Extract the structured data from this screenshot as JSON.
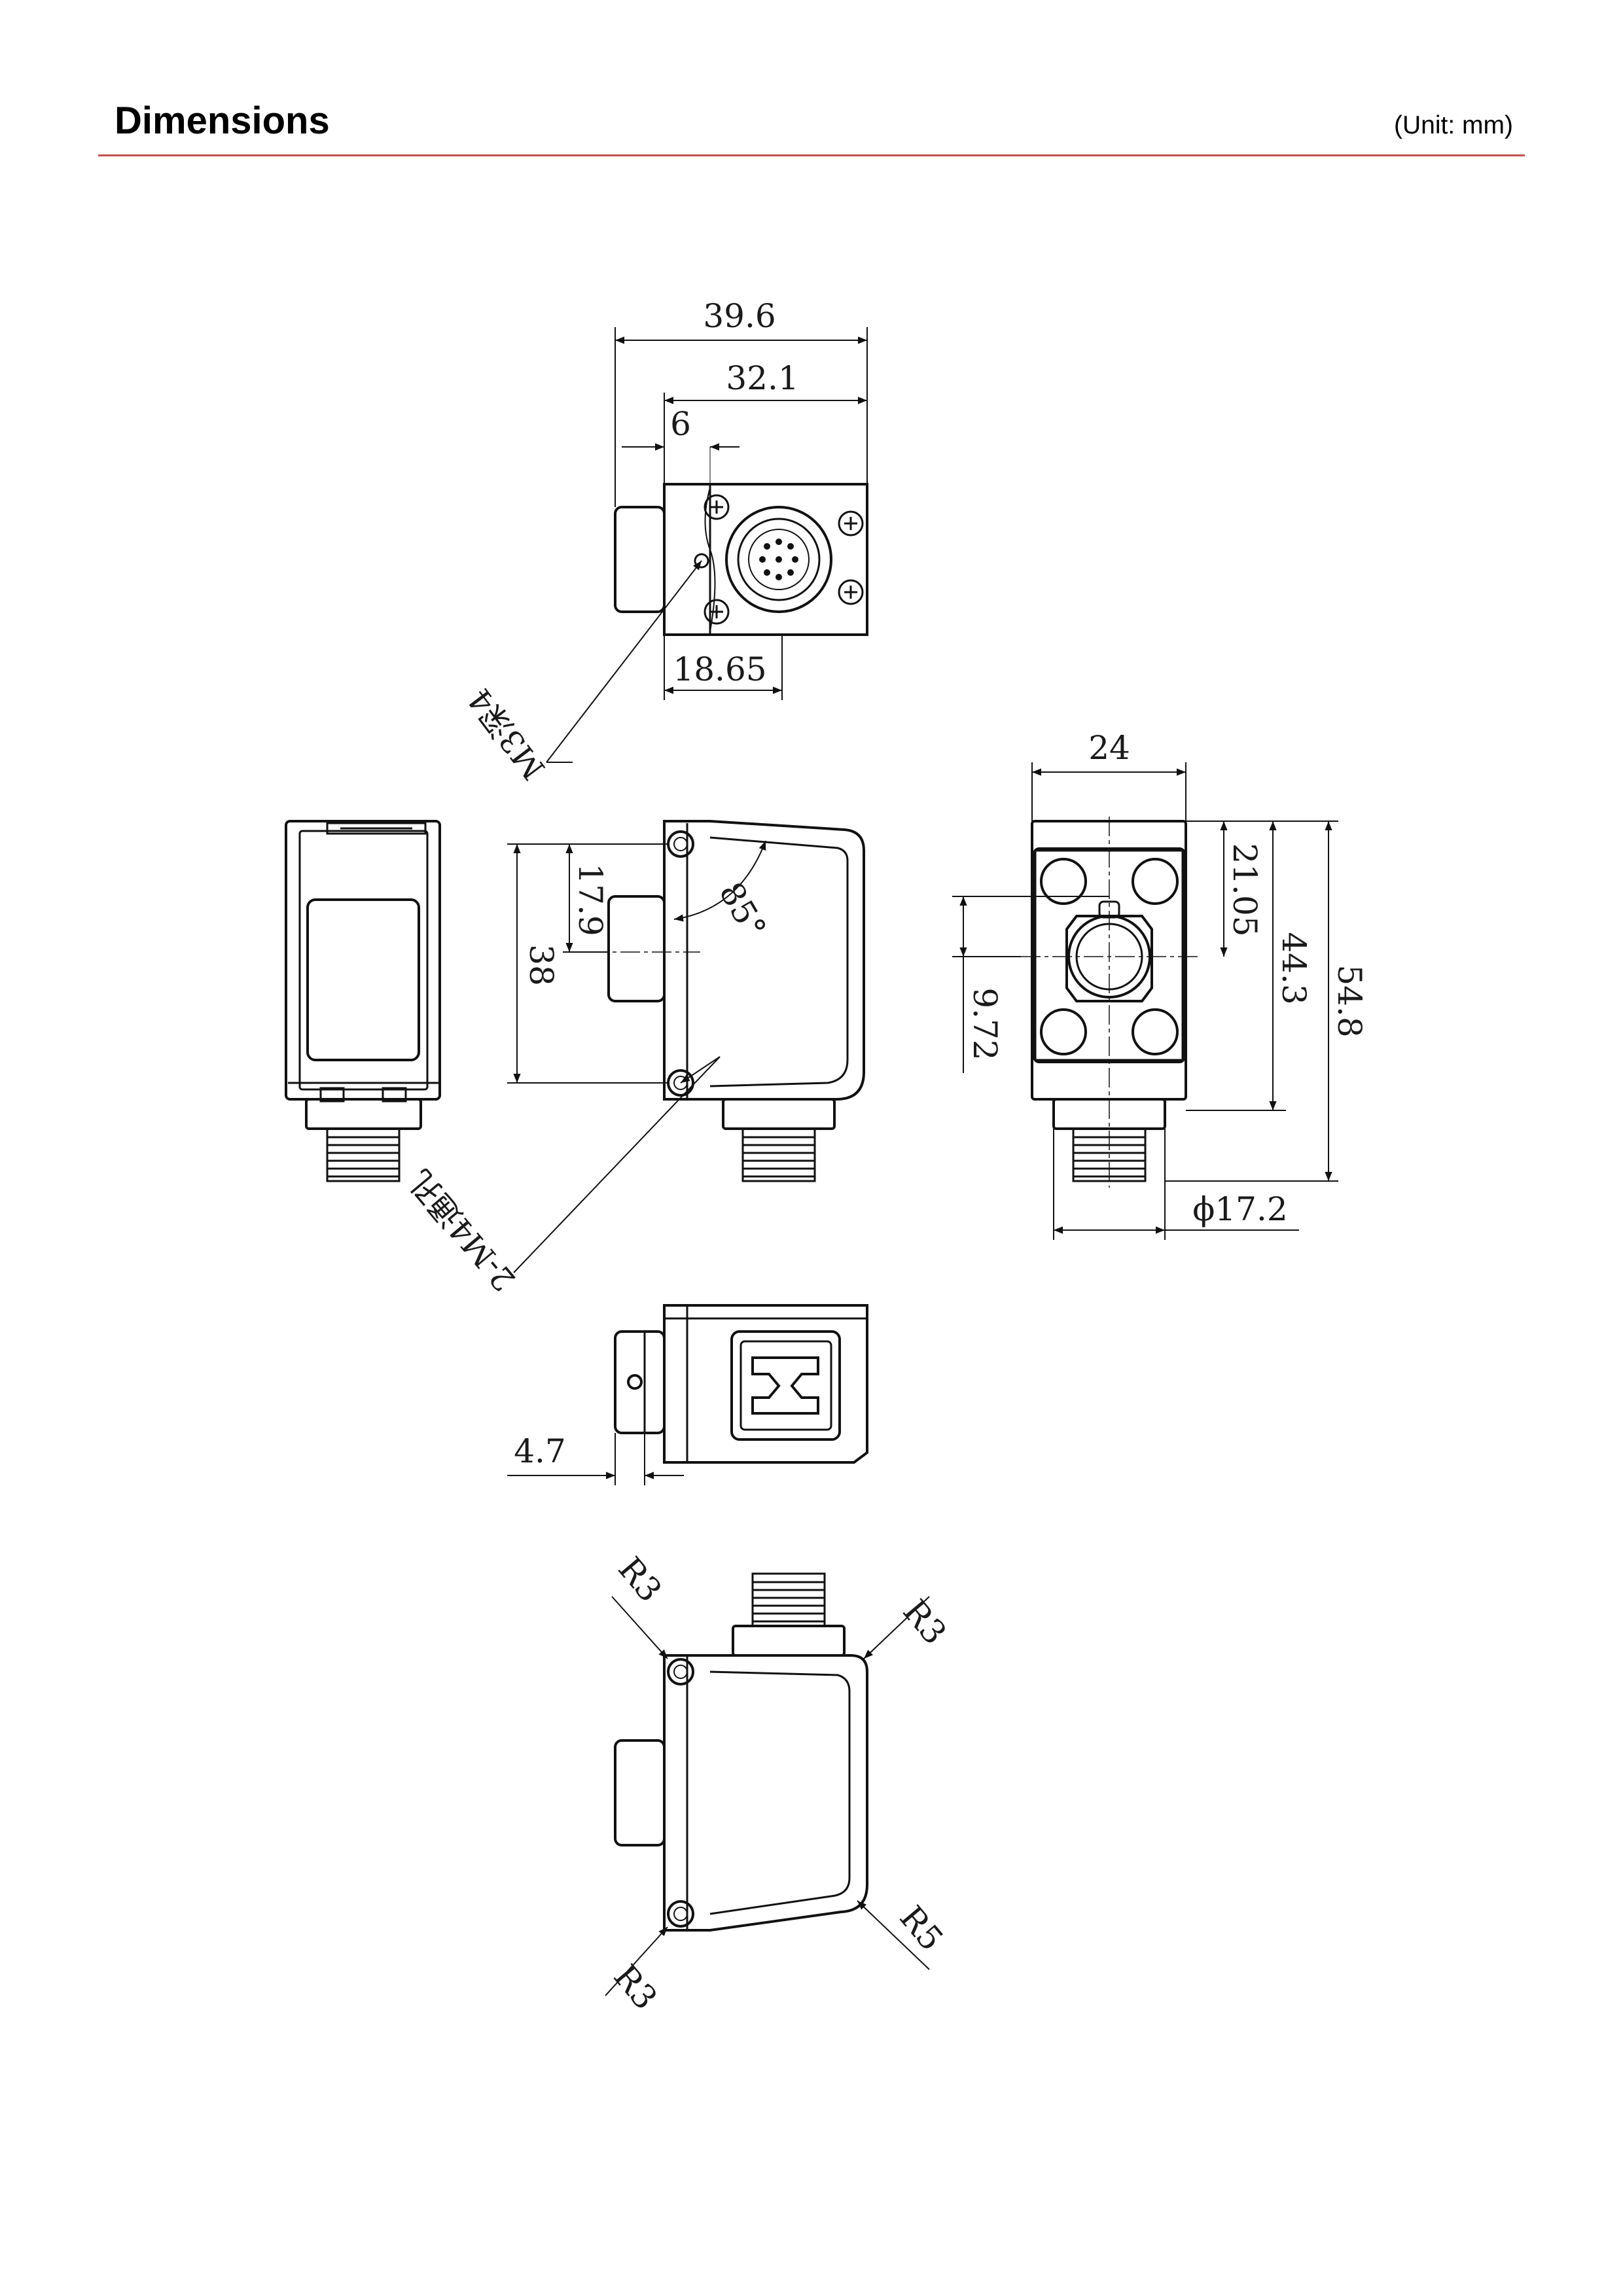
{
  "header": {
    "title": "Dimensions",
    "unit": "(Unit: mm)"
  },
  "top_view": {
    "width_total": "39.6",
    "width_body": "32.1",
    "offset": "6",
    "connector_offset": "18.65",
    "screw_callout": "M3深4"
  },
  "side_view": {
    "height_total": "38",
    "height_upper": "17.9",
    "angle": "85°",
    "hole_callout": "2-M4通孔"
  },
  "front_view": {
    "width": "24",
    "height_upper": "21.05",
    "height_body": "44.3",
    "height_total": "54.8",
    "center_offset": "9.72",
    "connector_diameter": "ϕ17.2"
  },
  "bottom_view": {
    "cable_offset": "4.7"
  },
  "rear_view": {
    "radius_top_left": "R3",
    "radius_top_right": "R3",
    "radius_bottom_left": "R3",
    "radius_bottom_right": "R5"
  }
}
